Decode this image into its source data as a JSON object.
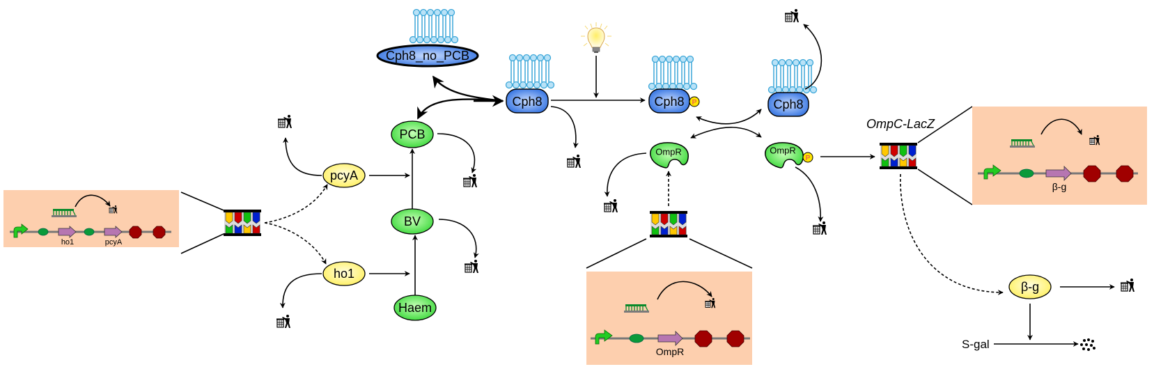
{
  "diagram": {
    "title": "",
    "colors": {
      "construct_box": "#fdcfae",
      "protein_blue": "#3f7fe8",
      "protein_green": "#55e050",
      "protein_yellow": "#fff68a",
      "membrane": "#3aa6d8",
      "terminator": "#a00000",
      "cds": "#b676b1",
      "rbs": "#0a9a3a",
      "promoter": "#22cc22",
      "phospho": "#ffe600"
    },
    "nodes": {
      "cph8_no_pcb": "Cph8_no_PCB",
      "cph8": "Cph8",
      "cph8_p": "Cph8",
      "cph8_degraded": "Cph8",
      "pcb": "PCB",
      "bv": "BV",
      "haem": "Haem",
      "pcya": "pcyA",
      "ho1": "ho1",
      "ompr": "OmpR",
      "ompr_p": "OmpR",
      "beta_g": "β-g",
      "s_gal": "S-gal",
      "phospho_label": "P"
    },
    "plasmid_labels": {
      "ompc_lacz": "OmpC-LacZ"
    },
    "constructs": [
      {
        "id": "pcb-construct",
        "genes": [
          "ho1",
          "pcyA"
        ]
      },
      {
        "id": "ompr-construct",
        "genes": [
          "OmpR"
        ]
      },
      {
        "id": "lacz-construct",
        "genes": [
          "β-g"
        ]
      }
    ],
    "icons": {
      "degradation": "trash-person-icon",
      "light": "light-bulb-icon",
      "membrane": "lipid-bilayer-icon",
      "plasmid": "plasmid-icon",
      "product": "precipitate-dots-icon",
      "mrna": "mrna-icon"
    }
  }
}
